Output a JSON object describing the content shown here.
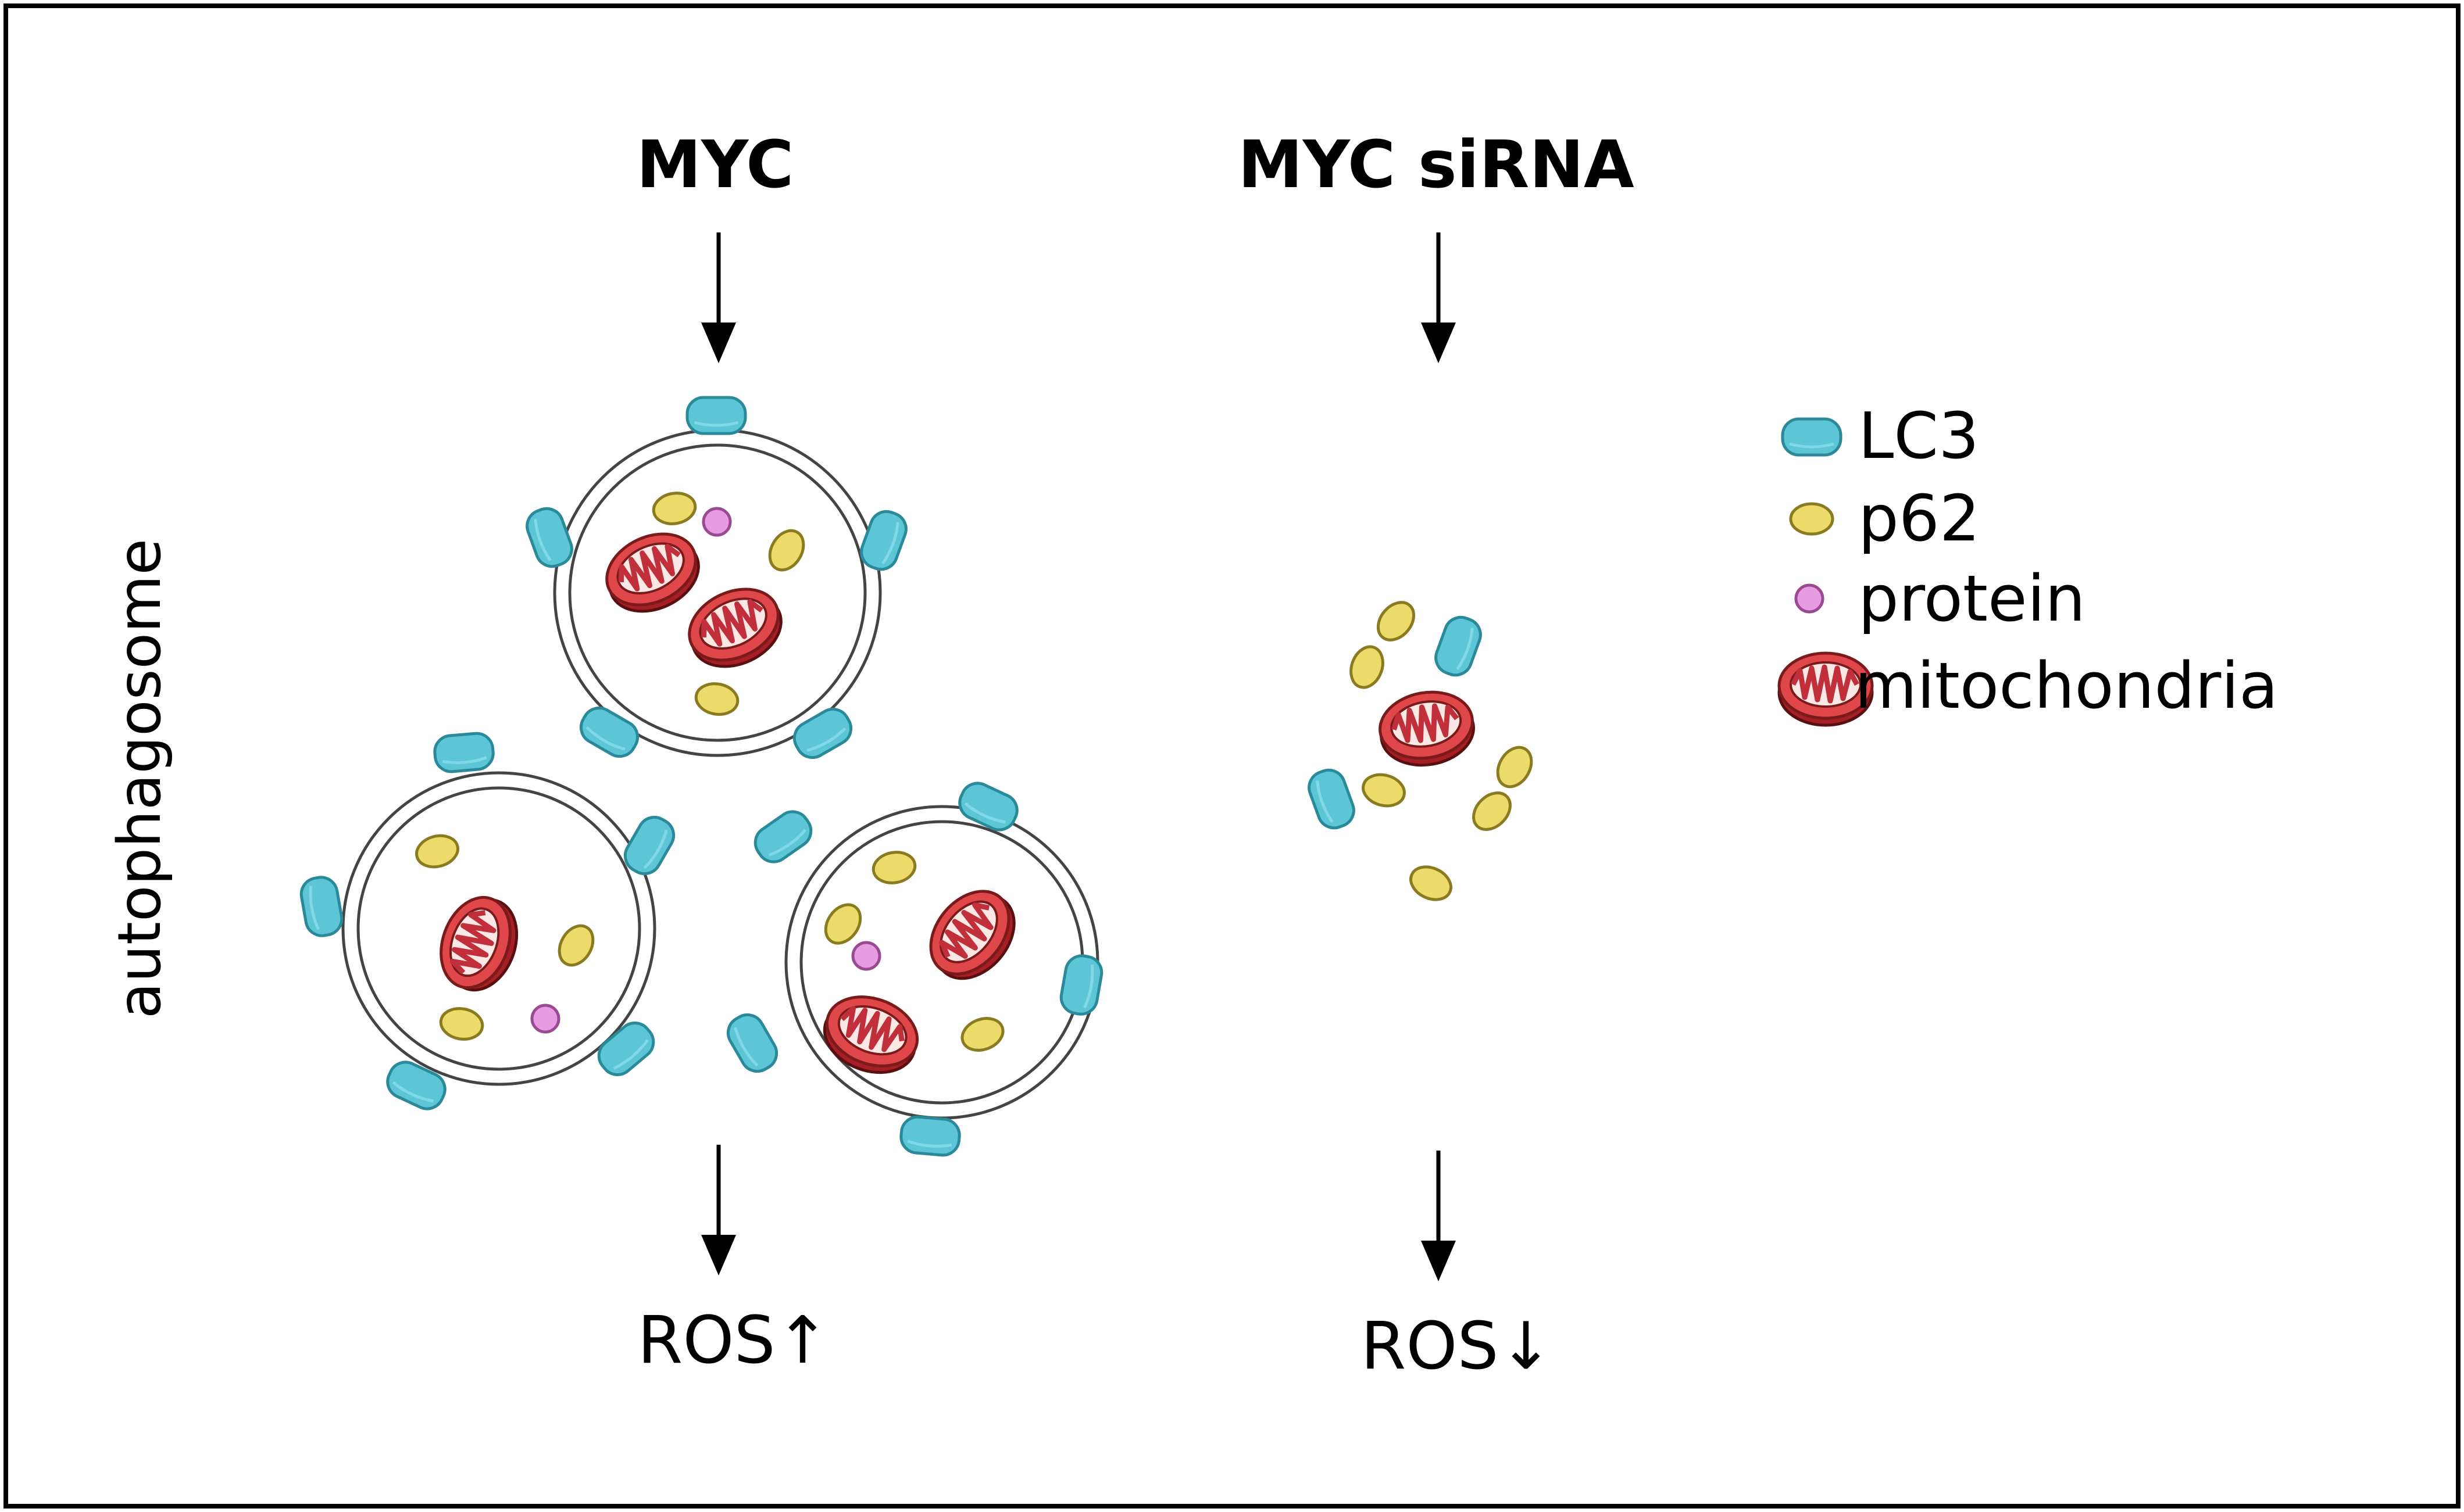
{
  "left_panel": {
    "heading": "MYC",
    "outcome": "ROS↑"
  },
  "right_panel": {
    "heading": "MYC siRNA",
    "outcome": "ROS↓"
  },
  "side_label": "autophagosome",
  "legend": {
    "lc3": "LC3",
    "p62": "p62",
    "protein": "protein",
    "mitochondria": "mitochondria"
  },
  "colors": {
    "lc3_fill": "#5cc5d6",
    "lc3_stroke": "#2a8a9a",
    "p62_fill": "#ecdb6a",
    "p62_stroke": "#8a7a20",
    "protein_fill": "#e79be0",
    "protein_stroke": "#9a4a92",
    "mito_fill": "#e0474a",
    "mito_stroke": "#7a1a1a",
    "membrane": "#444444",
    "frame": "#000000"
  },
  "icons": [
    "down-arrow-icon",
    "lc3-icon",
    "p62-icon",
    "protein-icon",
    "mitochondria-icon"
  ]
}
